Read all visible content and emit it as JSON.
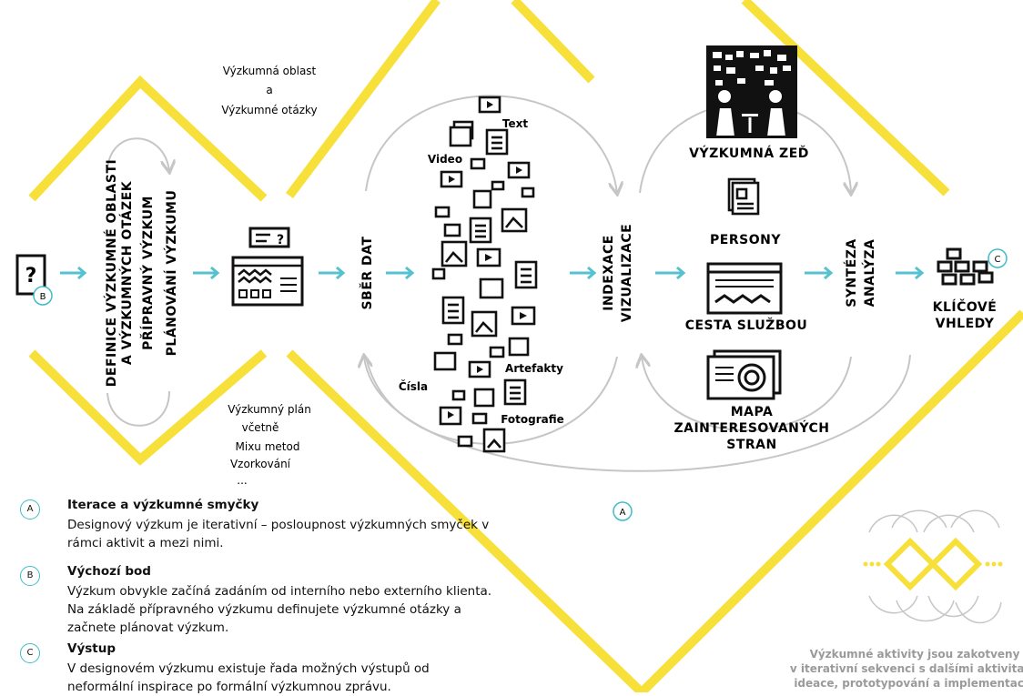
{
  "labels": {
    "research_area": "Výzkumná oblast",
    "research_area_and": "a",
    "research_questions": "Výzkumné otázky",
    "definition_line1": "DEFINICE VÝZKUMNÉ OBLASTI",
    "definition_line2": "A VÝZKUMNÝCH OTÁZEK",
    "prep_research": "PŘÍPRAVNÝ VÝZKUM",
    "planning": "PLÁNOVÁNÍ VÝZKUMU",
    "data_collection": "SBĚR DAT",
    "indexing": "INDEXACE",
    "visualization": "VIZUALIZACE",
    "synthesis": "SYNTÉZA",
    "analysis": "ANALÝZA",
    "research_wall": "VÝZKUMNÁ ZEĎ",
    "personas": "PERSONY",
    "journey": "CESTA SLUŽBOU",
    "stakeholder_line1": "MAPA",
    "stakeholder_line2": "ZAINTERESOVANÝCH",
    "stakeholder_line3": "STRAN",
    "insights_line1": "KLÍČOVÉ",
    "insights_line2": "VHLEDY"
  },
  "data_types": {
    "text": "Text",
    "video": "Video",
    "artifacts": "Artefakty",
    "numbers": "Čísla",
    "photos": "Fotografie"
  },
  "plan": {
    "line1": "Výzkumný plán",
    "line2": "včetně",
    "line3": "Mixu metod",
    "line4": "Vzorkování",
    "line5": "..."
  },
  "badges": {
    "a": "A",
    "b": "B",
    "c": "C"
  },
  "legend": [
    {
      "badge": "A",
      "title": "Iterace a výzkumné smyčky",
      "body": "Designový výzkum je iterativní – posloupnost výzkumných smyček v rámci aktivit a mezi nimi."
    },
    {
      "badge": "B",
      "title": "Výchozí bod",
      "body": "Výzkum obvykle začíná zadáním od interního nebo externího klienta. Na základě přípravného výzkumu definujete výzkumné otázky a začnete plánovat výzkum."
    },
    {
      "badge": "C",
      "title": "Výstup",
      "body": "V designovém výzkumu existuje řada možných výstupů od neformální inspirace po formální výzkumnou zprávu."
    }
  ],
  "note": {
    "line1": "Výzkumné aktivity jsou zakotveny",
    "line2": "v iterativní sekvenci s dalšími aktivitami",
    "line3": "ideace, prototypování a implementace."
  },
  "colors": {
    "yellow": "#f7e03a",
    "teal": "#56c1cf",
    "gray": "#c6c6c6",
    "badge_border": "#3fbcc8"
  }
}
